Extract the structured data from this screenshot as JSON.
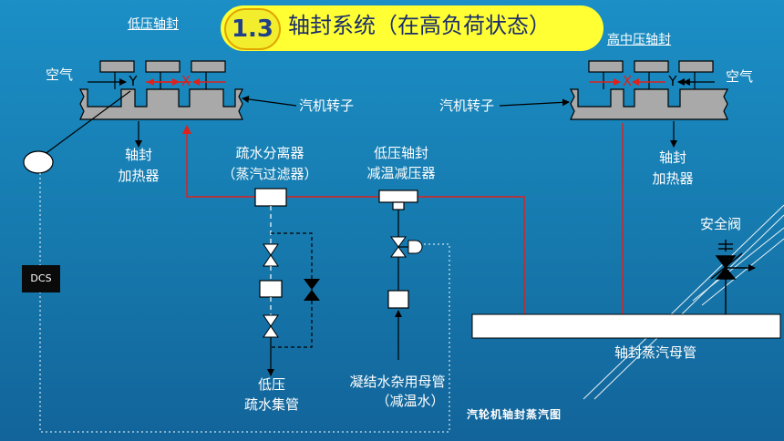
{
  "title": {
    "badge": "1.3",
    "text": "轴封系统（在高负荷状态）"
  },
  "labels": {
    "lp_seal": "低压轴封",
    "hp_seal": "高中压轴封",
    "air_left": "空气",
    "air_right": "空气",
    "rotor_left": "汽机转子",
    "rotor_right": "汽机转子",
    "heater_left_1": "轴封",
    "heater_left_2": "加热器",
    "heater_right_1": "轴封",
    "heater_right_2": "加热器",
    "separator_1": "疏水分离器",
    "separator_2": "（蒸汽过滤器）",
    "desuper_1": "低压轴封",
    "desuper_2": "减温减压器",
    "safety_valve": "安全阀",
    "drain_1": "低压",
    "drain_2": "疏水集管",
    "condensate_1": "凝结水杂用母管",
    "condensate_2": "（减温水）",
    "header": "轴封蒸汽母管",
    "dcs": "DCS",
    "caption": "汽轮机轴封蒸汽图"
  },
  "marks": {
    "flow_y": "Y",
    "flow_x": "X"
  },
  "colors": {
    "steam_line": "#e0201b",
    "line": "#000000",
    "dashed": "#ffffff",
    "title_bg": "#ffff33"
  }
}
